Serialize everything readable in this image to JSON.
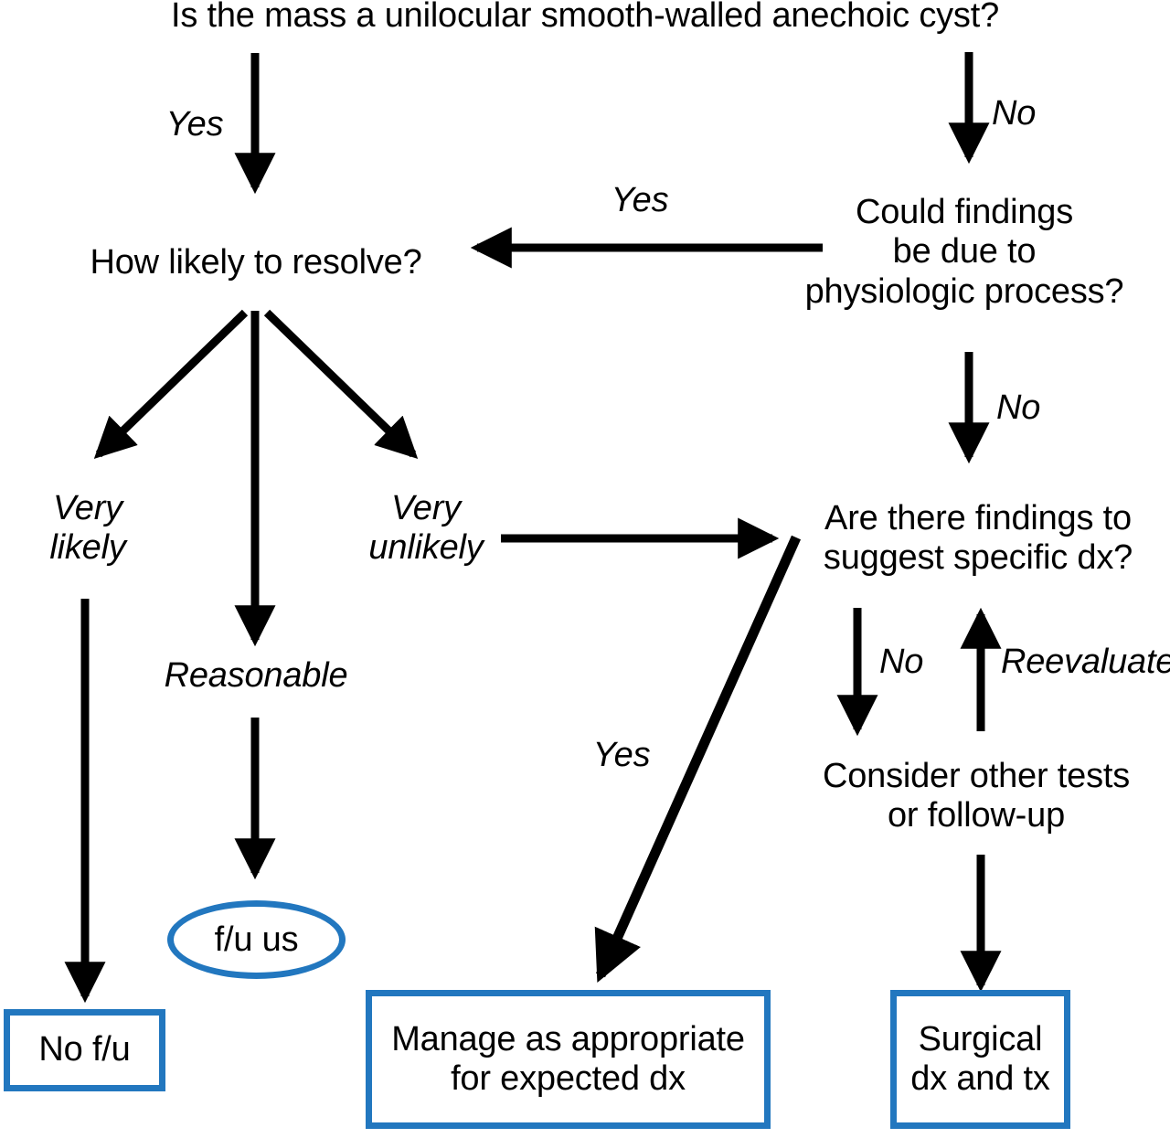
{
  "diagram": {
    "title": "Is the mass a unilocular smooth-walled anechoic cyst?",
    "accent_blue": "#2277BF",
    "line_black": "#000000",
    "background": "#FFFFFF"
  },
  "nodes": {
    "root_question": "Is the mass a unilocular smooth-walled anechoic cyst?",
    "how_likely": "How likely to resolve?",
    "physiologic": "Could findings\nbe due to\nphysiologic process?",
    "specific_dx": "Are there findings to\nsuggest specific dx?",
    "other_tests": "Consider other tests\nor follow-up",
    "very_likely": "Very\nlikely",
    "reasonable": "Reasonable",
    "very_unlikely": "Very\nunlikely"
  },
  "terminals": {
    "no_fu": "No f/u",
    "fu_us": "f/u us",
    "manage": "Manage as appropriate\nfor expected dx",
    "surgical": "Surgical\ndx and tx"
  },
  "edge_labels": {
    "root_yes": "Yes",
    "root_no": "No",
    "physiologic_yes": "Yes",
    "physiologic_no": "No",
    "specific_yes": "Yes",
    "specific_no": "No",
    "reevaluate": "Reevaluate"
  },
  "chart_data": {
    "type": "diagram",
    "title": "Is the mass a unilocular smooth-walled anechoic cyst?",
    "diagram_kind": "decision-flowchart",
    "nodes": [
      {
        "id": "root_question",
        "label": "Is the mass a unilocular smooth-walled anechoic cyst?",
        "shape": "plain-text"
      },
      {
        "id": "how_likely",
        "label": "How likely to resolve?",
        "shape": "plain-text"
      },
      {
        "id": "physiologic",
        "label": "Could findings be due to physiologic process?",
        "shape": "plain-text"
      },
      {
        "id": "specific_dx",
        "label": "Are there findings to suggest specific dx?",
        "shape": "plain-text"
      },
      {
        "id": "other_tests",
        "label": "Consider other tests or follow-up",
        "shape": "plain-text"
      },
      {
        "id": "no_fu",
        "label": "No f/u",
        "shape": "rectangle",
        "border": "#2277BF"
      },
      {
        "id": "fu_us",
        "label": "f/u us",
        "shape": "ellipse",
        "border": "#2277BF"
      },
      {
        "id": "manage",
        "label": "Manage as appropriate for expected dx",
        "shape": "rectangle",
        "border": "#2277BF"
      },
      {
        "id": "surgical",
        "label": "Surgical dx and tx",
        "shape": "rectangle",
        "border": "#2277BF"
      }
    ],
    "edges": [
      {
        "from": "root_question",
        "to": "how_likely",
        "label": "Yes"
      },
      {
        "from": "root_question",
        "to": "physiologic",
        "label": "No"
      },
      {
        "from": "physiologic",
        "to": "how_likely",
        "label": "Yes"
      },
      {
        "from": "physiologic",
        "to": "specific_dx",
        "label": "No"
      },
      {
        "from": "how_likely",
        "to": "no_fu",
        "label": "Very likely"
      },
      {
        "from": "how_likely",
        "to": "fu_us",
        "label": "Reasonable"
      },
      {
        "from": "how_likely",
        "to": "specific_dx",
        "label": "Very unlikely"
      },
      {
        "from": "specific_dx",
        "to": "manage",
        "label": "Yes"
      },
      {
        "from": "specific_dx",
        "to": "other_tests",
        "label": "No"
      },
      {
        "from": "other_tests",
        "to": "specific_dx",
        "label": "Reevaluate"
      },
      {
        "from": "other_tests",
        "to": "surgical",
        "label": ""
      }
    ]
  }
}
